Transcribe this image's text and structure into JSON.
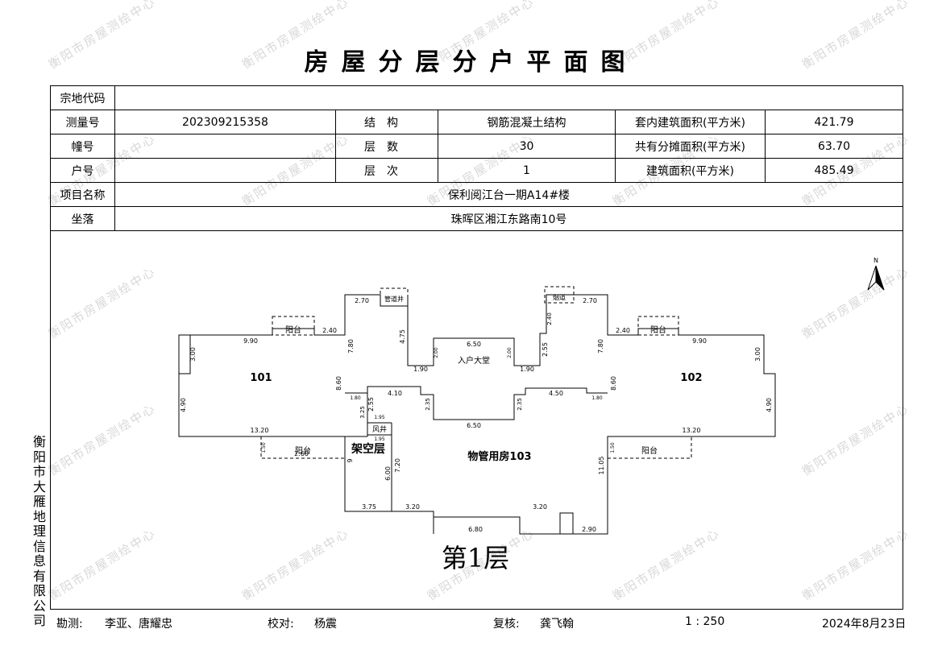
{
  "title": "房屋分层分户平面图",
  "watermark": "衡阳市房屋测绘中心",
  "info": {
    "parcel_code_label": "宗地代码",
    "parcel_code_value": "",
    "survey_no_label": "测量号",
    "survey_no_value": "202309215358",
    "structure_label": "结构",
    "structure_value": "钢筋混凝土结构",
    "inner_area_label": "套内建筑面积(平方米)",
    "inner_area_value": "421.79",
    "building_no_label": "幢号",
    "building_no_value": "",
    "floors_label": "层数",
    "floors_value": "30",
    "shared_area_label": "共有分摊面积(平方米)",
    "shared_area_value": "63.70",
    "unit_no_label": "户号",
    "unit_no_value": "",
    "floor_level_label": "层次",
    "floor_level_value": "1",
    "building_area_label": "建筑面积(平方米)",
    "building_area_value": "485.49",
    "project_label": "项目名称",
    "project_value": "保利阅江台一期A14#楼",
    "location_label": "坐落",
    "location_value": "珠晖区湘江东路南10号"
  },
  "plan": {
    "north": "N",
    "floor_label": "第1层",
    "rooms": {
      "unit_101": "101",
      "unit_102": "102",
      "unit_103": "物管用房103",
      "stilt_floor": "架空层",
      "lobby": "入户大堂",
      "balcony": "阳台",
      "wind_shaft": "风井",
      "flue": "烟道",
      "pipe_shaft": "管道井",
      "shaft": "风井"
    },
    "dimensions": {
      "d_9_90": "9.90",
      "d_3_00": "3.00",
      "d_4_90": "4.90",
      "d_13_20": "13.20",
      "d_2_40": "2.40",
      "d_2_70": "2.70",
      "d_7_80": "7.80",
      "d_4_75": "4.75",
      "d_8_60": "8.60",
      "d_2_55": "2.55",
      "d_6_50": "6.50",
      "d_2_00": "2.00",
      "d_1_90": "1.90",
      "d_4_10": "4.10",
      "d_4_50": "4.50",
      "d_2_35": "2.35",
      "d_1_80": "1.80",
      "d_3_25": "3.25",
      "d_1_95": "1.95",
      "d_7_20": "7.20",
      "d_6_00": "6.00",
      "d_11_05": "11.05",
      "d_3_75": "3.75",
      "d_3_20": "3.20",
      "d_6_80": "6.80",
      "d_2_90": "2.90",
      "d_1_50": "1.50",
      "d_2_60": "2.60",
      "d_9": "9"
    }
  },
  "company": "衡阳市大雁地理信息有限公司",
  "footer": {
    "survey_label": "勘测:",
    "survey_names": "李亚、唐耀忠",
    "check_label": "校对:",
    "check_name": "杨震",
    "review_label": "复核:",
    "review_name": "龚飞翰",
    "scale": "1 : 250",
    "date": "2024年8月23日"
  }
}
